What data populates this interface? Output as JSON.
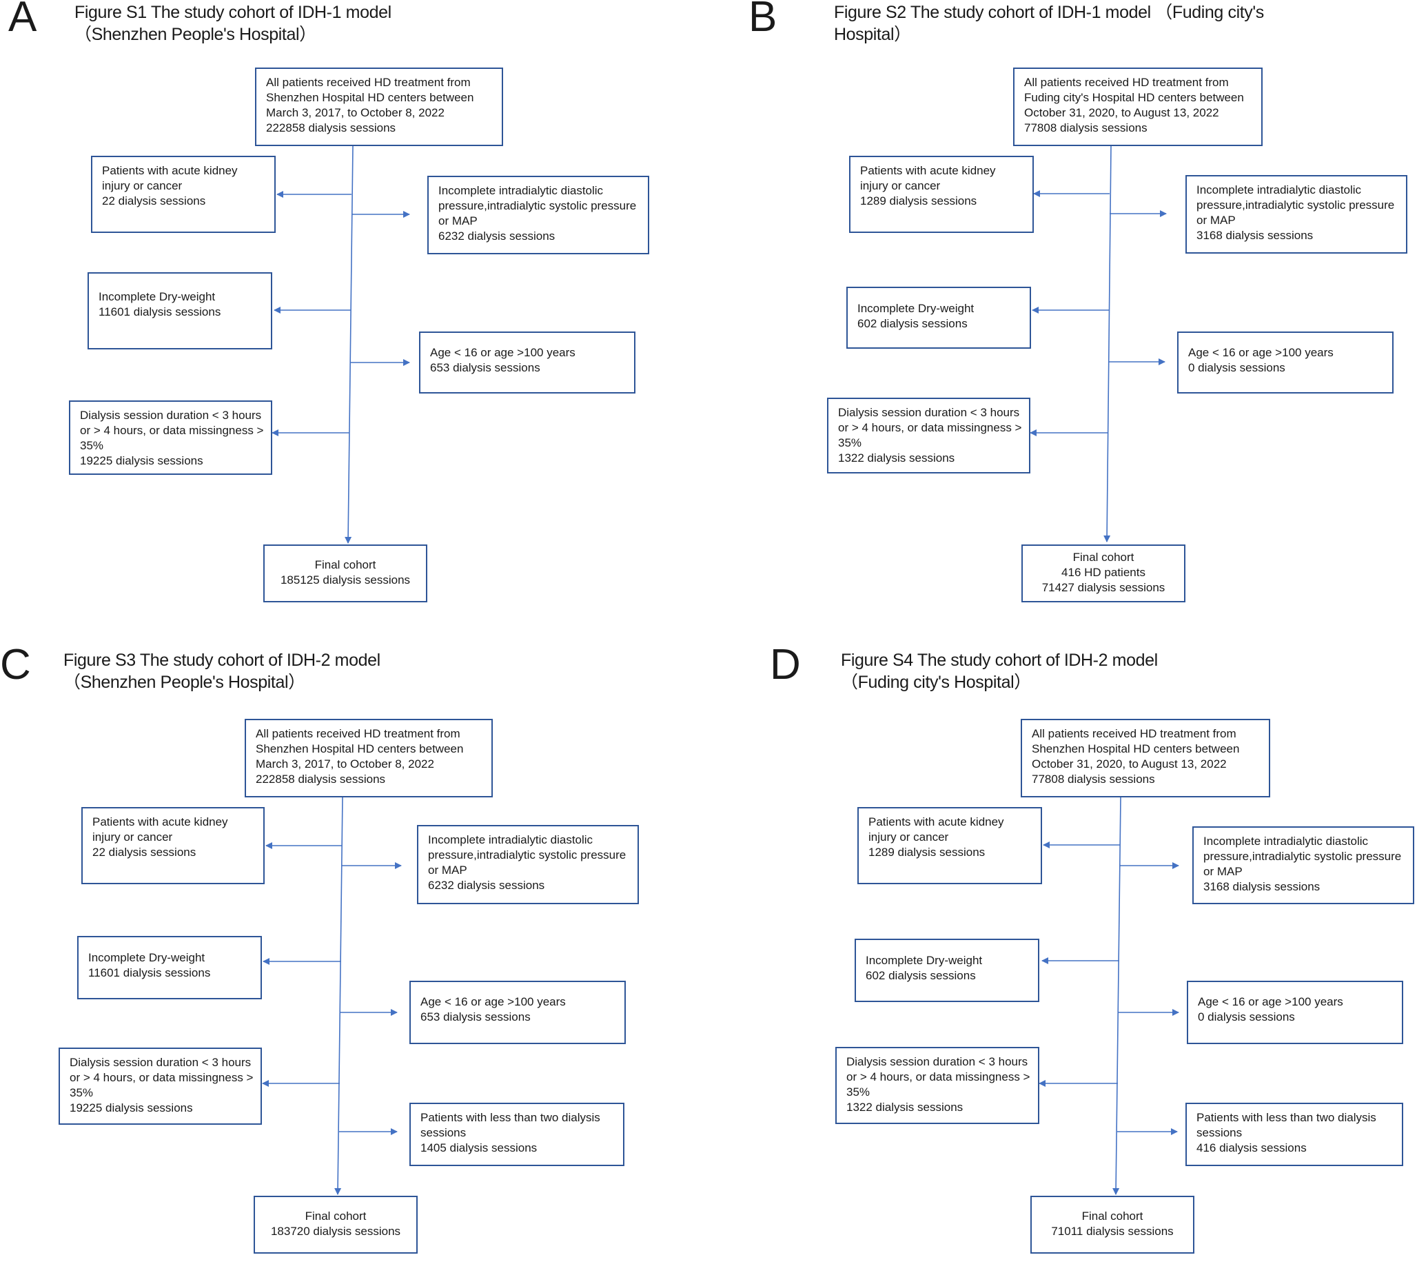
{
  "colors": {
    "line": "#4472c4",
    "box_border": "#2e5597"
  },
  "panels": [
    {
      "letter": "A",
      "title": [
        "Figure S1 The study cohort of IDH-1 model",
        "（Shenzhen People's Hospital）"
      ],
      "top": [
        "All patients received HD treatment  from",
        "Shenzhen Hospital HD centers between",
        "March 3, 2017, to October 8, 2022",
        "222858 dialysis sessions"
      ],
      "exclusions": [
        [
          "Patients with acute kidney",
          "injury or cancer",
          "22 dialysis sessions"
        ],
        [
          "Incomplete intradialytic diastolic",
          "pressure,intradialytic systolic pressure",
          "or MAP",
          "6232 dialysis sessions"
        ],
        [
          "Incomplete Dry-weight",
          "11601 dialysis sessions"
        ],
        [
          "Age < 16 or age >100 years",
          "653 dialysis sessions"
        ],
        [
          "Dialysis session duration < 3 hours",
          "or > 4 hours, or data missingness >",
          "35%",
          "19225 dialysis sessions"
        ]
      ],
      "final": [
        "Final cohort",
        "185125 dialysis sessions"
      ]
    },
    {
      "letter": "B",
      "title": [
        "Figure S2 The study cohort of IDH-1 model （Fuding city's",
        "Hospital）"
      ],
      "top": [
        "All patients received HD treatment  from",
        "Fuding city's Hospital HD centers between",
        "October 31, 2020, to August 13, 2022",
        "77808 dialysis sessions"
      ],
      "exclusions": [
        [
          "Patients with acute kidney",
          "injury or cancer",
          "1289 dialysis sessions"
        ],
        [
          "Incomplete intradialytic diastolic",
          "pressure,intradialytic systolic pressure",
          "or MAP",
          "3168 dialysis sessions"
        ],
        [
          "Incomplete Dry-weight",
          "602 dialysis sessions"
        ],
        [
          "Age < 16 or age >100 years",
          "0 dialysis sessions"
        ],
        [
          "Dialysis session duration < 3 hours",
          "or > 4 hours, or data missingness >",
          "35%",
          "1322 dialysis sessions"
        ]
      ],
      "final": [
        "Final cohort",
        "416 HD patients",
        "71427 dialysis sessions"
      ]
    },
    {
      "letter": "C",
      "title": [
        "Figure S3 The study cohort of IDH-2 model",
        "（Shenzhen People's Hospital）"
      ],
      "top": [
        "All patients received HD treatment  from",
        "Shenzhen Hospital HD centers between",
        "March 3, 2017, to October 8, 2022",
        "222858 dialysis sessions"
      ],
      "exclusions": [
        [
          "Patients with acute kidney",
          "injury or cancer",
          "22 dialysis sessions"
        ],
        [
          "Incomplete intradialytic diastolic",
          "pressure,intradialytic systolic pressure",
          "or MAP",
          "6232 dialysis sessions"
        ],
        [
          "Incomplete Dry-weight",
          "11601 dialysis sessions"
        ],
        [
          "Age < 16 or age >100 years",
          "653 dialysis sessions"
        ],
        [
          "Dialysis session duration < 3 hours",
          "or > 4 hours, or data missingness >",
          "35%",
          "19225 dialysis sessions"
        ],
        [
          "Patients with less than two dialysis",
          "sessions",
          "1405 dialysis sessions"
        ]
      ],
      "final": [
        "Final cohort",
        "183720 dialysis sessions"
      ]
    },
    {
      "letter": "D",
      "title": [
        "Figure S4 The study cohort of IDH-2 model",
        "（Fuding city's Hospital）"
      ],
      "top": [
        "All patients received HD treatment  from",
        "Shenzhen Hospital HD centers between",
        "October 31, 2020, to August 13, 2022",
        "77808 dialysis sessions"
      ],
      "exclusions": [
        [
          "Patients with acute kidney",
          "injury or cancer",
          "1289 dialysis sessions"
        ],
        [
          "Incomplete intradialytic diastolic",
          "pressure,intradialytic systolic pressure",
          "or MAP",
          "3168 dialysis sessions"
        ],
        [
          "Incomplete Dry-weight",
          "602 dialysis sessions"
        ],
        [
          "Age < 16 or age >100 years",
          "0 dialysis sessions"
        ],
        [
          "Dialysis session duration < 3 hours",
          "or > 4 hours, or data missingness >",
          "35%",
          "1322 dialysis sessions"
        ],
        [
          "Patients with less than two dialysis",
          "sessions",
          "416 dialysis sessions"
        ]
      ],
      "final": [
        "Final cohort",
        "71011 dialysis sessions"
      ]
    }
  ]
}
